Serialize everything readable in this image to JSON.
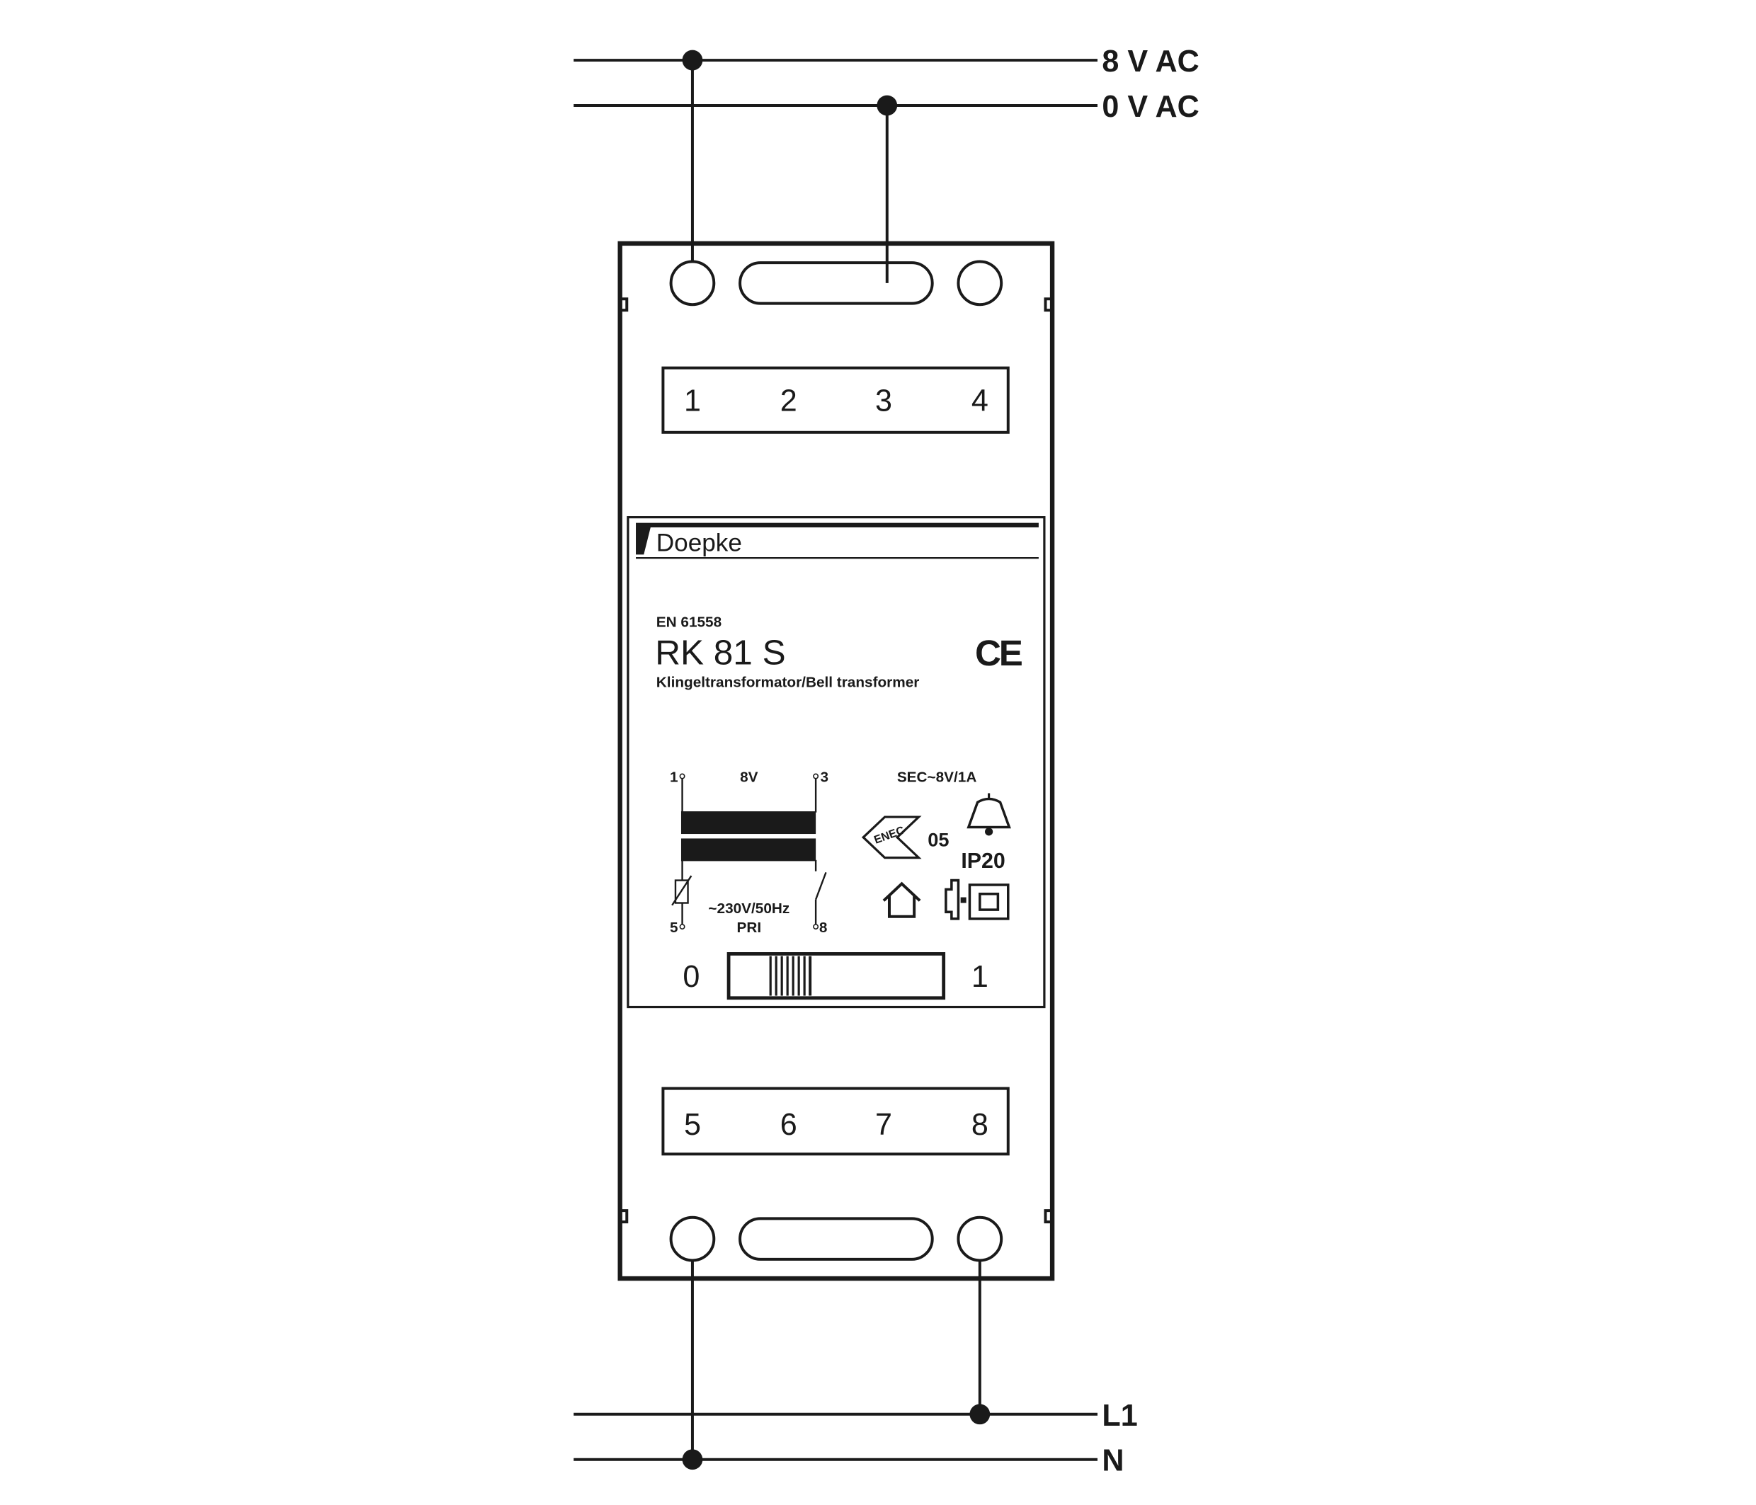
{
  "wiring": {
    "top_lines": [
      {
        "label": "8 V AC"
      },
      {
        "label": "0 V AC"
      }
    ],
    "bottom_lines": [
      {
        "label": "L1"
      },
      {
        "label": "N"
      }
    ]
  },
  "device": {
    "top_terminals": [
      "1",
      "2",
      "3",
      "4"
    ],
    "bottom_terminals": [
      "5",
      "6",
      "7",
      "8"
    ],
    "label_panel": {
      "brand": "Doepke",
      "standard": "EN 61558",
      "model": "RK 81 S",
      "description": "Klingeltransformator/Bell transformer",
      "ce_mark": "CE",
      "schematic": {
        "pin_1": "1",
        "pin_3": "3",
        "pin_5": "5",
        "pin_8": "8",
        "secondary_voltage": "8V",
        "primary_rating": "~230V/50Hz",
        "primary_label": "PRI"
      },
      "secondary_rating": "SEC~8V/1A",
      "enec_mark": "ENEC",
      "enec_number": "05",
      "ip_rating": "IP20",
      "switch": {
        "off_label": "0",
        "on_label": "1",
        "state": "off"
      }
    }
  }
}
